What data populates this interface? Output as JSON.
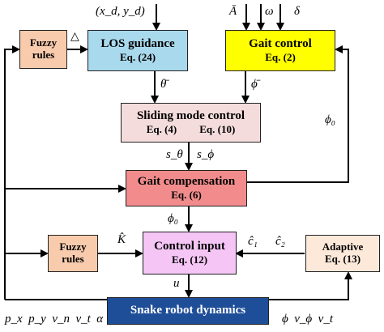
{
  "blocks": {
    "fuzzy_top": {
      "line1": "Fuzzy",
      "line2": "rules",
      "color": "#F8CBAD"
    },
    "los": {
      "title": "LOS guidance",
      "eq": "Eq. (24)",
      "color": "#A9D9EC"
    },
    "gait_control": {
      "title": "Gait control",
      "eq": "Eq. (2)",
      "color": "#FFFF00"
    },
    "smc": {
      "title": "Sliding mode control",
      "eq_a": "Eq. (4)",
      "eq_b": "Eq. (10)",
      "color": "#F5DCDC"
    },
    "gait_comp": {
      "title": "Gait compensation",
      "eq": "Eq. (6)",
      "color": "#F28C8C"
    },
    "fuzzy_bottom": {
      "line1": "Fuzzy",
      "line2": "rules",
      "color": "#F8CBAD"
    },
    "control_input": {
      "title": "Control input",
      "eq": "Eq. (12)",
      "color": "#F5C6F5"
    },
    "adaptive": {
      "title": "Adaptive",
      "eq": "Eq. (13)",
      "color": "#FDE9D9"
    },
    "dynamics": {
      "title": "Snake robot dynamics",
      "color": "#1F4E99",
      "text_color": "#FFFFFF"
    }
  },
  "signals": {
    "xd_yd": "(x_d, y_d)",
    "triangle": "△",
    "A_bar": "Ā",
    "omega": "ω",
    "delta": "δ",
    "theta_bar": "θ̄",
    "phi_bar": "ϕ̄",
    "phi0_right": "ϕ₀",
    "s_theta": "s_θ",
    "s_phi": "s_ϕ",
    "phi0_mid": "ϕ₀",
    "K_hat": "K̂",
    "c1_hat": "ĉ₁",
    "c2_hat": "ĉ₂",
    "u": "u",
    "outputs_left": "p_x  p_y  v_n  v_t  α",
    "outputs_right": "ϕ  v_ϕ  v_t"
  }
}
